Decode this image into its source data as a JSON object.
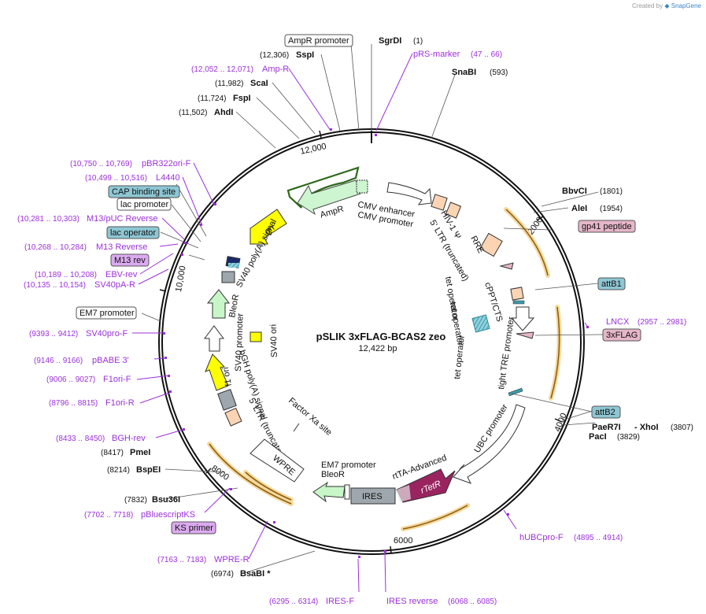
{
  "header": {
    "created_by": "Created by",
    "brand": "SnapGene"
  },
  "plasmid": {
    "name": "pSLIK 3xFLAG-BCAS2 zeo",
    "length_label": "12,422 bp"
  },
  "ticks": [
    "2000",
    "4000",
    "6000",
    "8000",
    "10,000",
    "12,000"
  ],
  "enzymes": [
    {
      "name": "SgrDI",
      "pos": "(1)"
    },
    {
      "name": "SnaBI",
      "pos": "(593)"
    },
    {
      "name": "BbvCI",
      "pos": "(1801)"
    },
    {
      "name": "AleI",
      "pos": "(1954)"
    },
    {
      "name": "PaeR7I",
      "pos": ""
    },
    {
      "name": "- XhoI",
      "pos": "(3807)"
    },
    {
      "name": "PacI",
      "pos": "(3829)"
    },
    {
      "name": "BsaBI *",
      "pos": "(6974)"
    },
    {
      "name": "Bsu36I",
      "pos": "(7832)"
    },
    {
      "name": "BspEI",
      "pos": "(8214)"
    },
    {
      "name": "PmeI",
      "pos": "(8417)"
    },
    {
      "name": "AhdI",
      "pos": "(11,502)"
    },
    {
      "name": "FspI",
      "pos": "(11,724)"
    },
    {
      "name": "ScaI",
      "pos": "(11,982)"
    },
    {
      "name": "SspI",
      "pos": "(12,306)"
    }
  ],
  "primers": [
    {
      "name": "pRS-marker",
      "range": "(47 .. 66)"
    },
    {
      "name": "LNCX",
      "range": "(2957 .. 2981)"
    },
    {
      "name": "hUBCpro-F",
      "range": "(4895 .. 4914)"
    },
    {
      "name": "IRES reverse",
      "range": "(6068 .. 6085)"
    },
    {
      "name": "IRES-F",
      "range": "(6295 .. 6314)"
    },
    {
      "name": "WPRE-R",
      "range": "(7163 .. 7183)"
    },
    {
      "name": "pBluescriptKS",
      "range": "(7702 .. 7718)"
    },
    {
      "name": "BGH-rev",
      "range": "(8433 .. 8450)"
    },
    {
      "name": "F1ori-R",
      "range": "(8796 .. 8815)"
    },
    {
      "name": "F1ori-F",
      "range": "(9006 .. 9027)"
    },
    {
      "name": "pBABE 3'",
      "range": "(9146 .. 9166)"
    },
    {
      "name": "SV40pro-F",
      "range": "(9393 .. 9412)"
    },
    {
      "name": "SV40pA-R",
      "range": "(10,135 .. 10,154)"
    },
    {
      "name": "EBV-rev",
      "range": "(10,189 .. 10,208)"
    },
    {
      "name": "M13 Reverse",
      "range": "(10,268 .. 10,284)"
    },
    {
      "name": "M13/pUC Reverse",
      "range": "(10,281 .. 10,303)"
    },
    {
      "name": "L4440",
      "range": "(10,499 .. 10,516)"
    },
    {
      "name": "pBR322ori-F",
      "range": "(10,750 .. 10,769)"
    },
    {
      "name": "Amp-R",
      "range": "(12,052 .. 12,071)"
    }
  ],
  "boxed_labels": {
    "ampr_promoter": "AmpR promoter",
    "gp41": "gp41 peptide",
    "attB1": "attB1",
    "flag3x": "3xFLAG",
    "attB2": "attB2",
    "ks_primer": "KS primer",
    "em7_promoter": "EM7 promoter",
    "m13_rev": "M13 rev",
    "lac_operator": "lac operator",
    "lac_promoter": "lac promoter",
    "cap_site": "CAP binding site"
  },
  "features": {
    "ampr": "AmpR",
    "cmv_enhancer": "CMV enhancer",
    "cmv_promoter": "CMV promoter",
    "hiv_psi": "HIV-1 Ψ",
    "ltr5": "5' LTR (truncated)",
    "rre": "RRE",
    "cppt": "cPPT/CTS",
    "tet_operator_1": "tet operator",
    "tet_operator_2": "tet operator",
    "tet_operator_3": "tet operator",
    "tre": "tight TRE promoter",
    "ubc": "UBC promoter",
    "rtta": "rtTA-Advanced",
    "rtetr": "rTetR",
    "ires": "IRES",
    "em7_promoter_in": "EM7 promoter",
    "bleor_in": "BleoR",
    "wpre": "WPRE",
    "ltr5_2": "5' LTR (truncated)",
    "factor_xa": "Factor Xa site",
    "bgh": "bGH poly(A) signal",
    "f1ori": "f1 ori",
    "sv40_ori": "SV40 ori",
    "sv40_promoter": "SV40 promoter",
    "bleor": "BleoR",
    "sv40_polya": "SV40 poly(A) signal",
    "ori": "ori"
  },
  "colors": {
    "primer": "#9b30d9",
    "ampr_fill": "#ccf5d0",
    "ampr_dark": "#2e8b2e",
    "ori_fill": "#ffff00",
    "cds_fill": "#c8f6c8",
    "rtetr_fill": "#99245f",
    "ires_fill": "#9ea7ad",
    "ltr_fill": "#fbd4b4",
    "orange_arc": "#e6a336",
    "boxed_blue": "#8ec7d4",
    "boxed_pink": "#e6b6c8",
    "boxed_purple": "#dcaaf0",
    "teal": "#3c9aa8"
  }
}
